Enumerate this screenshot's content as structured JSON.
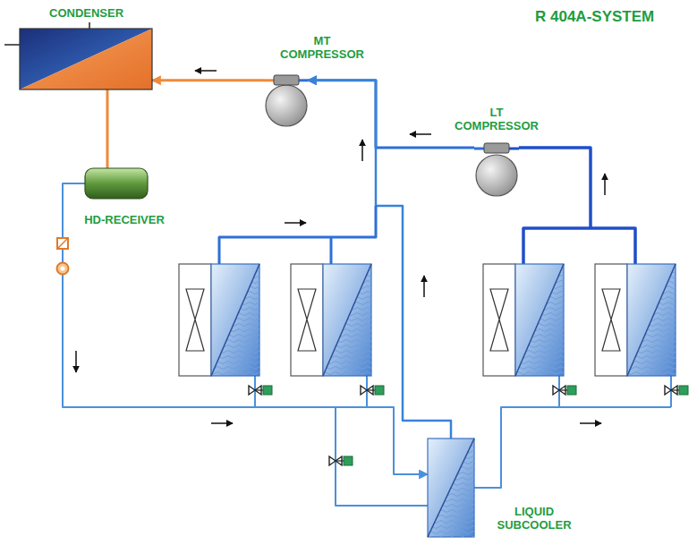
{
  "diagram": {
    "title": "R 404A-SYSTEM",
    "nodes": [
      {
        "text": [
          "CONDENSER"
        ]
      },
      {
        "text": [
          "MT COMPRESSOR"
        ]
      },
      {
        "text": [
          "LT COMPRESSOR"
        ]
      },
      {
        "text": [
          "HD-RECEIVER"
        ]
      },
      {
        "text": [
          "LIQUID SUBCOOLER"
        ]
      }
    ],
    "edges": [
      {
        "from": 1,
        "to": 0,
        "arrow": "to"
      },
      {
        "from": 0,
        "to": 3,
        "arrow": "none"
      },
      {
        "from": 2,
        "to": 1,
        "arrow": "to"
      },
      {
        "from": 4,
        "to": 1,
        "arrow": "to"
      },
      {
        "from": 3,
        "to": 4,
        "arrow": "to"
      }
    ]
  }
}
